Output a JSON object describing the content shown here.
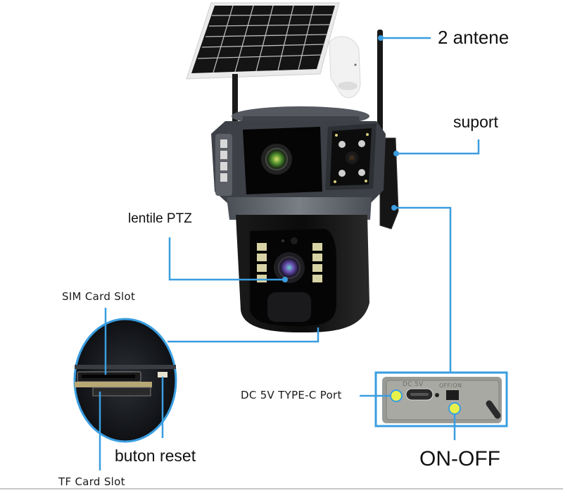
{
  "diagram": {
    "subject": "Solar-powered dual-lens PTZ security camera",
    "line_color": "#3a9ee0",
    "dot_color": "#3a9ee0",
    "port_dot_color": "#e8f04a",
    "labels": {
      "antennas": "2 antene",
      "bracket": "suport",
      "ptz_lens": "lentile PTZ",
      "sim_slot": "SIM Card Slot",
      "tf_slot": "TF Card Slot",
      "reset_button": "buton reset",
      "dc_port": "DC 5V TYPE-C Port",
      "power_switch": "ON-OFF"
    },
    "port_panel": {
      "engraved_dc": "DC 5V",
      "engraved_switch": "OFF/ON"
    }
  }
}
